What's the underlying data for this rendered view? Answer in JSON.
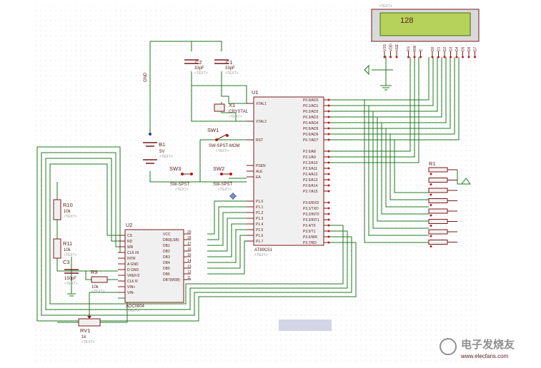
{
  "lcd": {
    "value": "128",
    "hint": "<TEXT>",
    "pins": [
      "VSS",
      "VDD",
      "VEE",
      "RS",
      "RW",
      "E",
      "D0",
      "D1",
      "D2",
      "D3",
      "D4",
      "D5",
      "D6",
      "D7"
    ]
  },
  "u1": {
    "ref": "U1",
    "part": "AT89C51",
    "hint": "<TEXT>",
    "left_pins": [
      "XTAL1",
      "XTAL2",
      "RST",
      "PSEN",
      "ALE",
      "EA",
      "P1.0",
      "P1.1",
      "P1.2",
      "P1.3",
      "P1.4",
      "P1.5",
      "P1.6",
      "P1.7"
    ],
    "right_pins": [
      "P0.0/AD0",
      "P0.1/AD1",
      "P0.2/AD2",
      "P0.3/AD3",
      "P0.4/AD4",
      "P0.5/AD5",
      "P0.6/AD6",
      "P0.7/AD7",
      "P2.0/A8",
      "P2.1/A9",
      "P2.2/A10",
      "P2.3/A11",
      "P2.4/A12",
      "P2.5/A13",
      "P2.6/A14",
      "P2.7/A15",
      "P3.0/RXD",
      "P3.1/TXD",
      "P3.2/INT0",
      "P3.3/INT1",
      "P3.4/T0",
      "P3.5/T1",
      "P3.6/WR",
      "P3.7/RD"
    ]
  },
  "u2": {
    "ref": "U2",
    "part": "ADC0804",
    "hint": "<TEXT>",
    "left_pins": [
      "CS",
      "RD",
      "WR",
      "CLK IN",
      "INTR",
      "A GND",
      "D GND",
      "VREF/2",
      "CLK R",
      "VIN+",
      "VIN-"
    ],
    "right_pins": [
      "VCC",
      "DB0(LSB)",
      "DB1",
      "DB2",
      "DB3",
      "DB4",
      "DB5",
      "DB6",
      "DB7(MSB)"
    ],
    "right_nums": [
      "20",
      "18",
      "17",
      "16",
      "15",
      "14",
      "13",
      "12",
      "11"
    ]
  },
  "c1": {
    "ref": "C1",
    "value": "33pF",
    "hint": "<TEXT>"
  },
  "c2": {
    "ref": "C2",
    "value": "33pF",
    "hint": "<TEXT>"
  },
  "c3": {
    "ref": "C3",
    "value": "150pF",
    "hint": "<TEXT>"
  },
  "x1": {
    "ref": "X1",
    "value": "CRYSTAL",
    "hint": "<TEXT>"
  },
  "b1": {
    "ref": "B1",
    "value": "5V",
    "hint": "<TEXT>"
  },
  "sw1": {
    "ref": "SW1",
    "part": "SW-SPST-MOM",
    "hint": "<TEXT>"
  },
  "sw2": {
    "ref": "SW2",
    "part": "SW-SPST",
    "hint": "<TEXT>"
  },
  "sw3": {
    "ref": "SW3",
    "part": "SW-SPST",
    "hint": "<TEXT>"
  },
  "r1": {
    "ref": "R1"
  },
  "r9": {
    "ref": "R9",
    "value": "10k",
    "hint": "<TEXT>"
  },
  "r10": {
    "ref": "R10",
    "value": "10k",
    "hint": "<TEXT>"
  },
  "r11": {
    "ref": "R11",
    "value": "10k",
    "hint": "<TEXT>"
  },
  "rv1": {
    "ref": "RV1",
    "value": "1k",
    "hint": "<TEXT>"
  },
  "gnd_label": "GND",
  "watermark": "电子发烧友",
  "watermark_url": "www.elecfans.com",
  "colors": {
    "wire": "#1f7a1f",
    "component": "#7a1a1a",
    "lcd_screen": "#b6d25a",
    "grid": "#c9c9c9",
    "pin_dot": "#c01818"
  }
}
